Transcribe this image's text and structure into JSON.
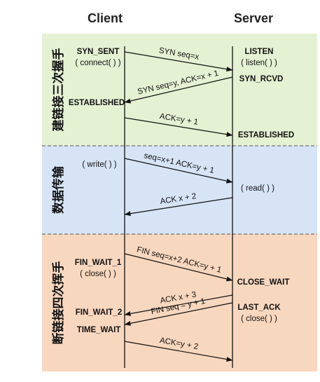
{
  "headers": {
    "client": "Client",
    "server": "Server"
  },
  "colors": {
    "phase_handshake": "#e4f1d3",
    "phase_transfer": "#d6e4f6",
    "phase_close": "#f8d7bf",
    "divider": "#555555",
    "lifeline": "#111111"
  },
  "phases": [
    {
      "key": "handshake",
      "label": "建链接三次握手"
    },
    {
      "key": "transfer",
      "label": "数据传输"
    },
    {
      "key": "close",
      "label": "断链接四次挥手"
    }
  ],
  "client_states": [
    {
      "text": "SYN_SENT",
      "kind": "state"
    },
    {
      "text": "( connect( ) )",
      "kind": "call"
    },
    {
      "text": "ESTABLISHED",
      "kind": "state"
    },
    {
      "text": "( write( ) )",
      "kind": "call"
    },
    {
      "text": "FIN_WAIT_1",
      "kind": "state"
    },
    {
      "text": "( close( ) )",
      "kind": "call"
    },
    {
      "text": "FIN_WAIT_2",
      "kind": "state"
    },
    {
      "text": "TIME_WAIT",
      "kind": "state"
    }
  ],
  "server_states": [
    {
      "text": "LISTEN",
      "kind": "state"
    },
    {
      "text": "( listen( ) )",
      "kind": "call"
    },
    {
      "text": "SYN_RCVD",
      "kind": "state"
    },
    {
      "text": "ESTABLISHED",
      "kind": "state"
    },
    {
      "text": "( read( ) )",
      "kind": "call"
    },
    {
      "text": "CLOSE_WAIT",
      "kind": "state"
    },
    {
      "text": "LAST_ACK",
      "kind": "state"
    },
    {
      "text": "( close( ) )",
      "kind": "call"
    }
  ],
  "messages": [
    {
      "label": "SYN seq=x",
      "from": "client",
      "to": "server"
    },
    {
      "label": "SYN seq=y, ACK=x + 1",
      "from": "server",
      "to": "client"
    },
    {
      "label": "ACK=y + 1",
      "from": "client",
      "to": "server"
    },
    {
      "label": "seq=x+1 ACK=y + 1",
      "from": "client",
      "to": "server"
    },
    {
      "label": "ACK x + 2",
      "from": "server",
      "to": "client"
    },
    {
      "label": "FIN seq=x+2 ACK=y + 1",
      "from": "client",
      "to": "server"
    },
    {
      "label": "ACK x + 3",
      "from": "server",
      "to": "client"
    },
    {
      "label": "FIN seq = y + 1",
      "from": "server",
      "to": "client"
    },
    {
      "label": "ACK=y + 2",
      "from": "client",
      "to": "server"
    }
  ]
}
